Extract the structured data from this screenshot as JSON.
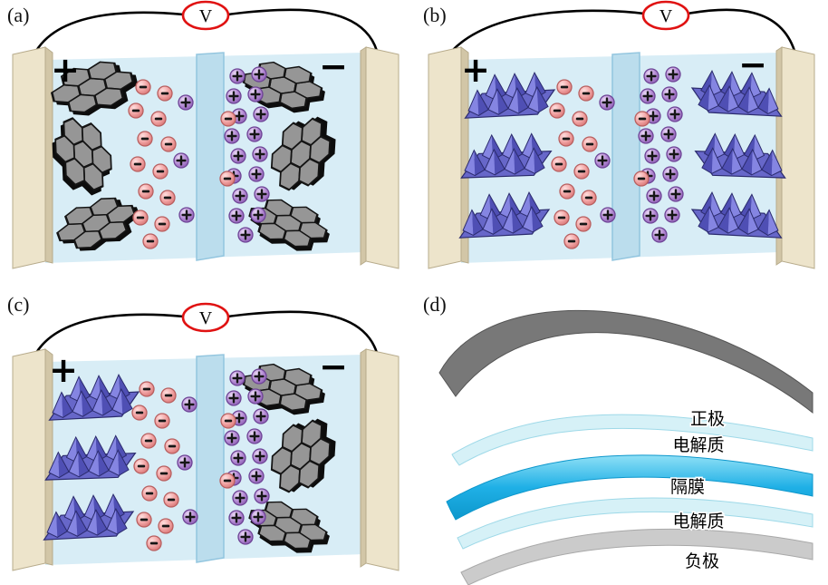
{
  "figure": {
    "panel_labels": {
      "a": "(a)",
      "b": "(b)",
      "c": "(c)",
      "d": "(d)"
    },
    "voltmeter_label": "V",
    "positive_symbol": "+",
    "negative_symbol": "−",
    "ion_symbols": {
      "anion": "−",
      "cation": "+"
    },
    "icons": {
      "anion-icon": "pink sphere with minus sign",
      "cation-icon": "purple sphere with plus sign",
      "voltmeter-icon": "red circle with letter V",
      "graphene-flake-icon": "gray hexagonal nanosheet cluster",
      "mxene-sheet-icon": "blue pyramid-array nanosheet"
    },
    "stack_labels": {
      "cathode": "正极",
      "electrolyte_top": "电解质",
      "separator": "隔膜",
      "electrolyte_bottom": "电解质",
      "anode": "负极"
    },
    "colors": {
      "voltmeter_ring": "#e01212",
      "electrode_plate": "#ede4cb",
      "electrolyte_bath": "#d8edf6",
      "separator_panel": "#badded",
      "graphene_flake": "#969696",
      "mxene_sheet": "#6767c9",
      "anion": "#e98b8b",
      "cation": "#9a6fc0",
      "cathode_layer": "#787878",
      "electrolyte_layer": "#d6f1f7",
      "separator_layer": "#1fb0e6",
      "anode_layer": "#cbcbcb"
    }
  }
}
